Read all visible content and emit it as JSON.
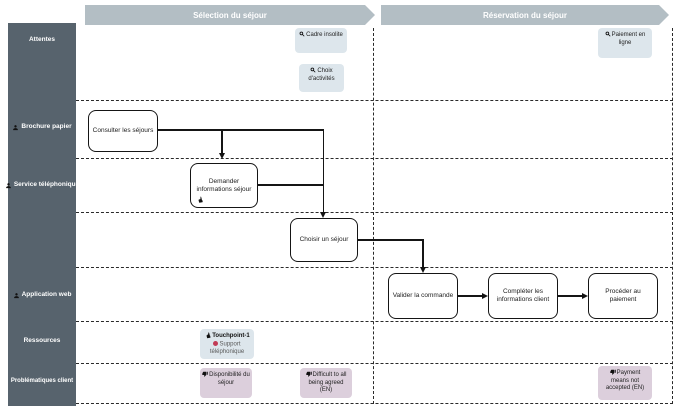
{
  "phases": [
    {
      "label": "Sélection du séjour"
    },
    {
      "label": "Réservation du séjour"
    }
  ],
  "lanes": [
    {
      "label": "Attentes",
      "icon": ""
    },
    {
      "label": "Brochure papier",
      "icon": "person"
    },
    {
      "label": "Service téléphonique",
      "icon": "person"
    },
    {
      "label": "Application web",
      "icon": "person"
    },
    {
      "label": "Ressources",
      "icon": ""
    },
    {
      "label": "Problématiques client",
      "icon": ""
    }
  ],
  "expectations": [
    {
      "label": "Cadre insolite",
      "icon": "magnifier"
    },
    {
      "label": "Choix d'activités",
      "icon": "magnifier"
    },
    {
      "label": "Paiement en ligne",
      "icon": "magnifier"
    }
  ],
  "steps": [
    {
      "label": "Consulter les séjours"
    },
    {
      "label": "Demander informations séjour",
      "icon": "hand-pointer"
    },
    {
      "label": "Choisir un séjour"
    },
    {
      "label": "Valider la commande"
    },
    {
      "label": "Compléter les informations client"
    },
    {
      "label": "Procéder au paiement"
    }
  ],
  "resources": {
    "touchpoint_label": "Touchpoint-1",
    "touchpoint_icon": "hand-pointer",
    "item_label": "Support téléphonique",
    "item_icon": "red-dot"
  },
  "pains": [
    {
      "label": "Disponibilité du séjour",
      "icon": "thumbs-down"
    },
    {
      "label": "Difficult to all being agreed (EN)",
      "icon": "thumbs-down"
    },
    {
      "label": "Payment means not accepted (EN)",
      "icon": "thumbs-down"
    }
  ],
  "colors": {
    "lane_column_bg": "#57636d",
    "phase_header_bg": "#b3bec4",
    "expectation_bg": "#dde6ec",
    "pain_bg": "#dccfdc",
    "resource_bg": "#dde6ec",
    "accent_red": "#c23b55",
    "line_color": "#151515"
  }
}
